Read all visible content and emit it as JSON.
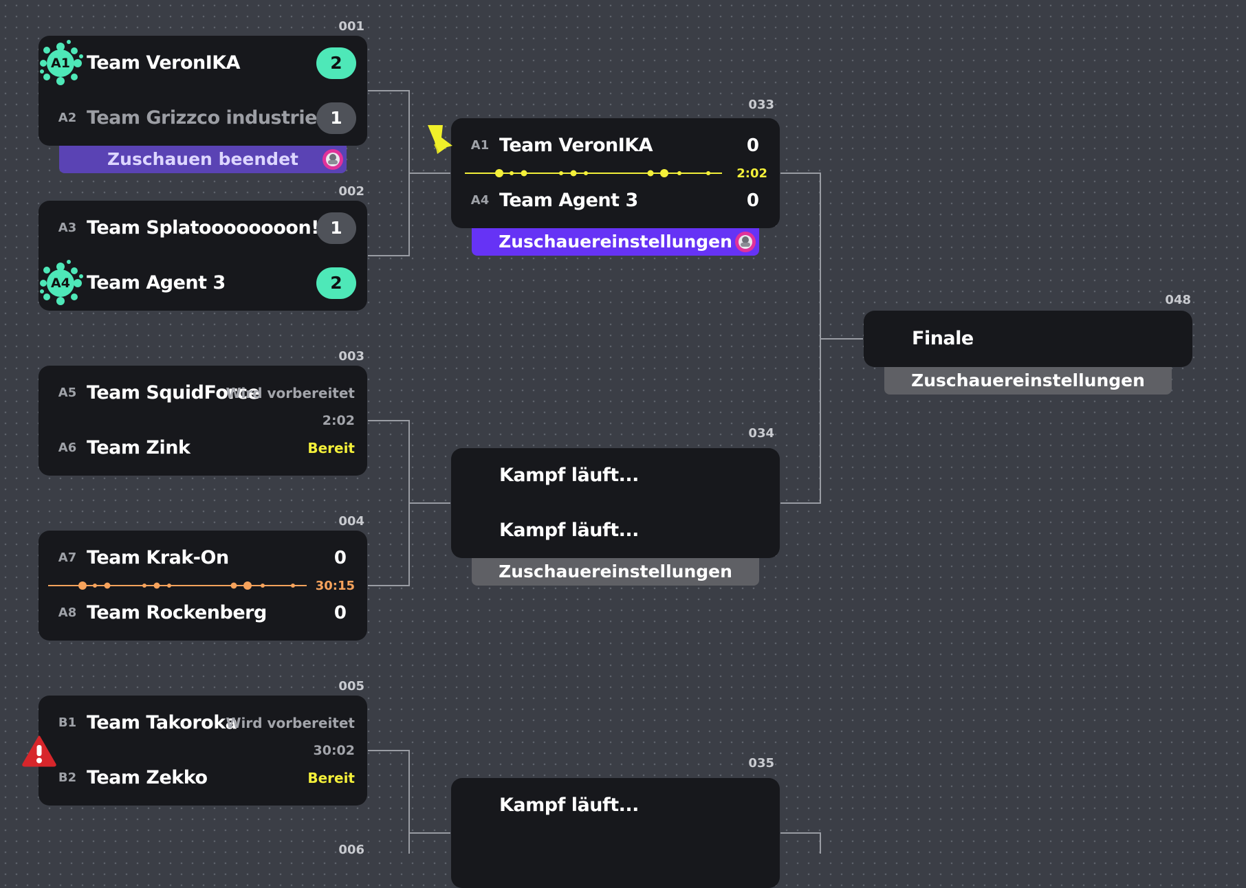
{
  "matches": {
    "m001": {
      "number": "001",
      "team1": {
        "seed": "A1",
        "name": "Team VeronIKA",
        "score": "2"
      },
      "team2": {
        "seed": "A2",
        "name": "Team Grizzco industries",
        "score": "1"
      },
      "spectate_label": "Zuschauen beendet"
    },
    "m002": {
      "number": "002",
      "team1": {
        "seed": "A3",
        "name": "Team Splatoooooooon!!",
        "score": "1"
      },
      "team2": {
        "seed": "A4",
        "name": "Team Agent 3",
        "score": "2"
      }
    },
    "m003": {
      "number": "003",
      "team1": {
        "seed": "A5",
        "name": "Team SquidForce",
        "status": "Wird vorbereitet"
      },
      "time": "2:02",
      "team2": {
        "seed": "A6",
        "name": "Team Zink",
        "status": "Bereit"
      }
    },
    "m004": {
      "number": "004",
      "team1": {
        "seed": "A7",
        "name": "Team Krak-On",
        "score": "0"
      },
      "time": "30:15",
      "team2": {
        "seed": "A8",
        "name": "Team Rockenberg",
        "score": "0"
      }
    },
    "m005": {
      "number": "005",
      "team1": {
        "seed": "B1",
        "name": "Team Takoroka",
        "status": "Wird vorbereitet"
      },
      "time": "30:02",
      "team2": {
        "seed": "B2",
        "name": "Team Zekko",
        "status": "Bereit"
      }
    },
    "m006": {
      "number": "006"
    },
    "m033": {
      "number": "033",
      "team1": {
        "seed": "A1",
        "name": "Team VeronIKA",
        "score": "0"
      },
      "time": "2:02",
      "team2": {
        "seed": "A4",
        "name": "Team Agent 3",
        "score": "0"
      },
      "spectate_label": "Zuschauereinstellungen"
    },
    "m034": {
      "number": "034",
      "slot1": "Kampf läuft...",
      "slot2": "Kampf läuft...",
      "spectate_label": "Zuschauereinstellungen"
    },
    "m035": {
      "number": "035",
      "slot1": "Kampf läuft..."
    },
    "m048": {
      "number": "048",
      "title": "Finale",
      "spectate_label": "Zuschauereinstellungen"
    }
  },
  "colors": {
    "background": "#3b3e46",
    "card": "#17181c",
    "winner_pill": "#4ee8b8",
    "loser_pill": "#4f5259",
    "live_yellow": "#f4f03a",
    "live_orange": "#f7a35c",
    "spectate_active": "#6633f5",
    "spectate_ended": "#5a43b4",
    "spectate_inactive": "#5f6065",
    "warning_red": "#d7262b"
  },
  "icons": {
    "winner_badge": "ink-splat-icon",
    "spectator_avatar": "spectator-avatar-icon",
    "cursor": "pointer-cursor-icon",
    "warning": "warning-triangle-icon"
  }
}
